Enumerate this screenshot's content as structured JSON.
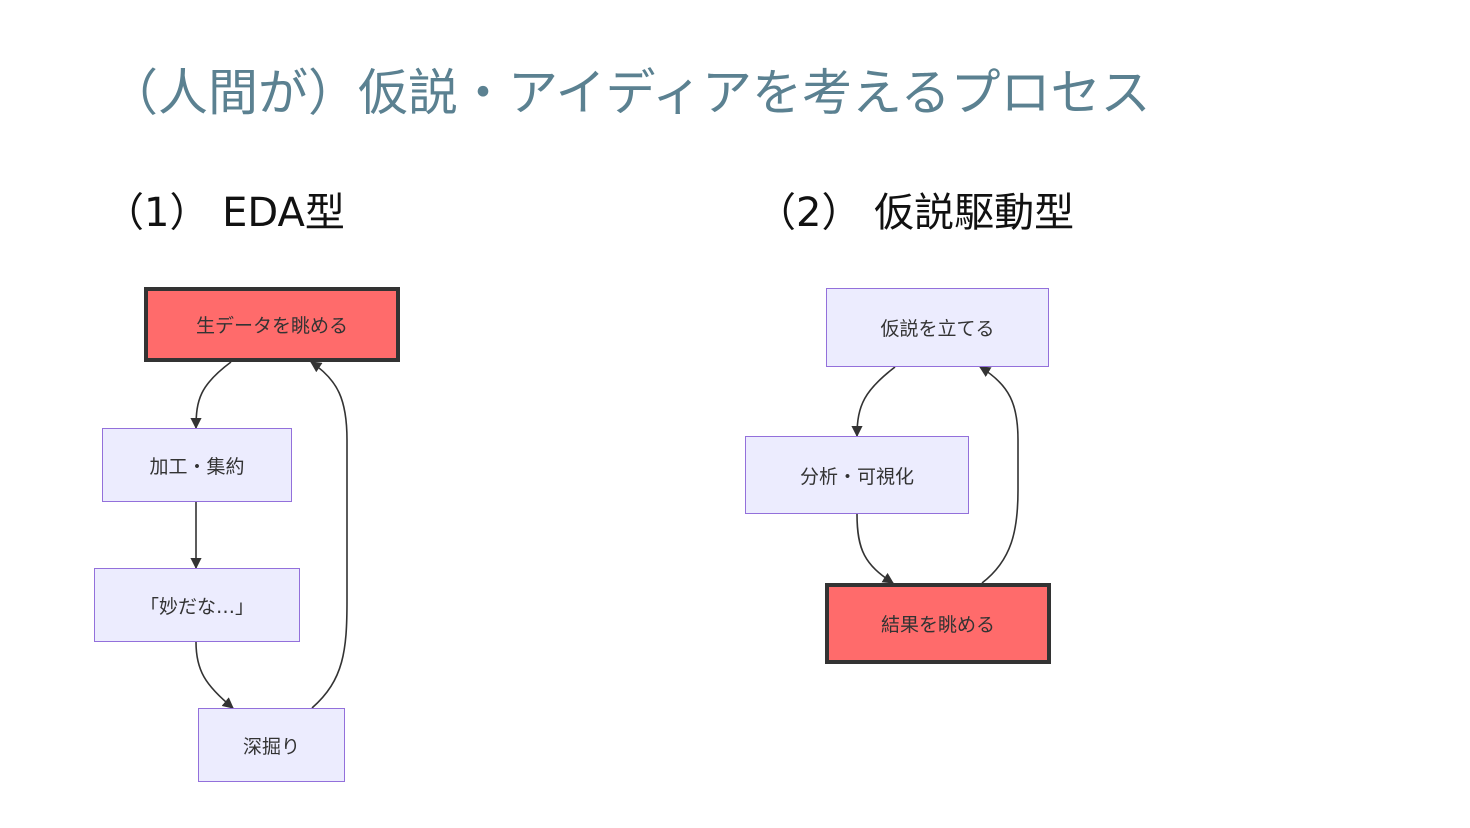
{
  "title": "（人間が）仮説・アイディアを考えるプロセス",
  "sections": [
    {
      "heading": "（1） EDA型",
      "nodes": [
        {
          "label": "生データを眺める",
          "highlight": true
        },
        {
          "label": "加工・集約",
          "highlight": false
        },
        {
          "label": "「妙だな…」",
          "highlight": false
        },
        {
          "label": "深掘り",
          "highlight": false
        }
      ]
    },
    {
      "heading": "（2） 仮説駆動型",
      "nodes": [
        {
          "label": "仮説を立てる",
          "highlight": false
        },
        {
          "label": "分析・可視化",
          "highlight": false
        },
        {
          "label": "結果を眺める",
          "highlight": true
        }
      ]
    }
  ],
  "colors": {
    "title": "#5b8191",
    "node_fill": "#ececfe",
    "node_border": "#9370db",
    "highlight_fill": "#ff6b6b",
    "highlight_border": "#333333",
    "edge": "#333333"
  }
}
